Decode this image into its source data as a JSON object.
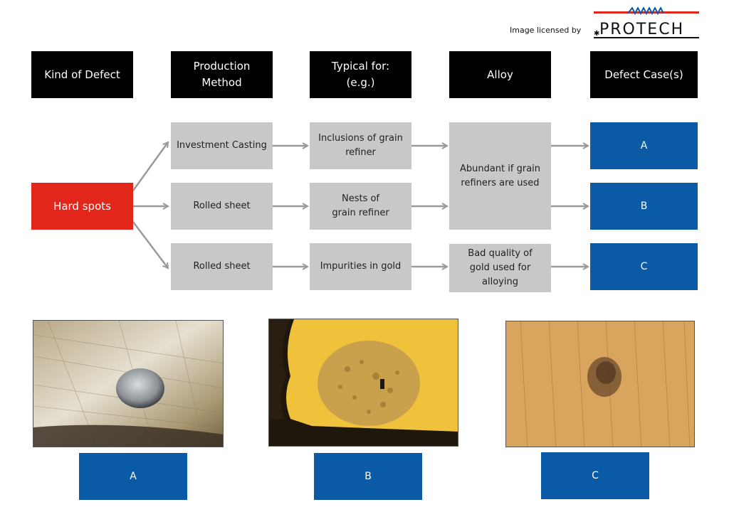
{
  "license": {
    "text": "Image licensed by",
    "brand": "PROTECH"
  },
  "headers": [
    {
      "id": "kind",
      "label": "Kind of Defect"
    },
    {
      "id": "method",
      "label": "Production\nMethod"
    },
    {
      "id": "typical",
      "label": "Typical for:\n(e.g.)"
    },
    {
      "id": "alloy",
      "label": "Alloy"
    },
    {
      "id": "cases",
      "label": "Defect Case(s)"
    }
  ],
  "defect": {
    "label": "Hard spots"
  },
  "rows": [
    {
      "method": "Investment Casting",
      "typical": "Inclusions of grain\nrefiner",
      "case": "A"
    },
    {
      "method": "Rolled sheet",
      "typical": "Nests of\ngrain refiner",
      "case": "B"
    },
    {
      "method": "Rolled sheet",
      "typical": "Impurities in gold",
      "case": "C"
    }
  ],
  "alloy": {
    "grain_refiner": "Abundant if grain\nrefiners are used",
    "bad_gold": "Bad quality of\ngold used for\nalloying"
  },
  "photos": [
    {
      "label": "A"
    },
    {
      "label": "B"
    },
    {
      "label": "C"
    }
  ],
  "colors": {
    "header_bg": "#000000",
    "defect_red": "#e2261a",
    "case_blue": "#0b5aa6",
    "box_grey": "#c8c8c8",
    "arrow_grey": "#9a9a9a"
  }
}
